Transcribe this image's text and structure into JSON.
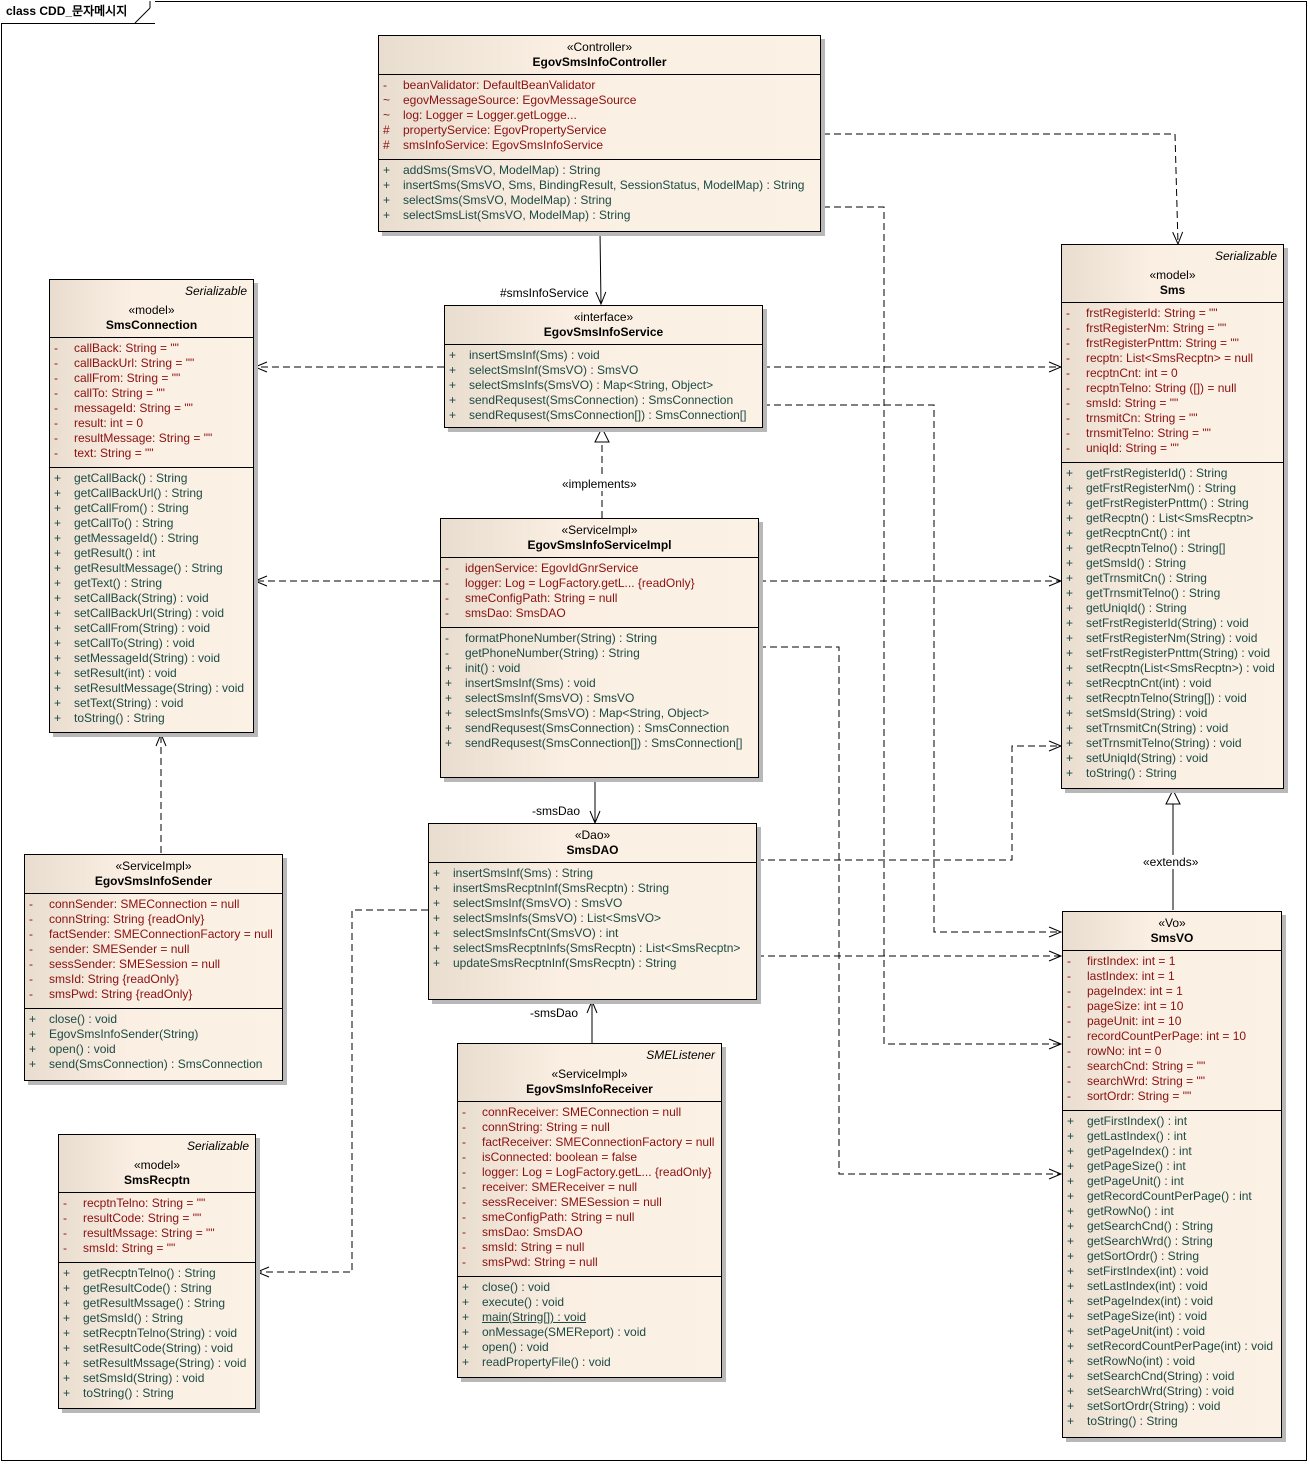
{
  "diagram": {
    "title": "class CDD_문자메시지"
  },
  "classes": {
    "controller": {
      "stereotype": "«Controller»",
      "name": "EgovSmsInfoController",
      "attributes": [
        {
          "vis": "-",
          "text": "beanValidator:  DefaultBeanValidator"
        },
        {
          "vis": "~",
          "text": "egovMessageSource:  EgovMessageSource"
        },
        {
          "vis": "~",
          "text": "log:  Logger = Logger.getLogge..."
        },
        {
          "vis": "#",
          "text": "propertyService:  EgovPropertyService"
        },
        {
          "vis": "#",
          "text": "smsInfoService:  EgovSmsInfoService"
        }
      ],
      "operations": [
        {
          "vis": "+",
          "text": "addSms(SmsVO, ModelMap) : String"
        },
        {
          "vis": "+",
          "text": "insertSms(SmsVO, Sms, BindingResult, SessionStatus, ModelMap) : String"
        },
        {
          "vis": "+",
          "text": "selectSms(SmsVO, ModelMap) : String"
        },
        {
          "vis": "+",
          "text": "selectSmsList(SmsVO, ModelMap) : String"
        }
      ]
    },
    "service": {
      "stereotype": "«interface»",
      "name": "EgovSmsInfoService",
      "operations": [
        {
          "vis": "+",
          "text": "insertSmsInf(Sms) : void"
        },
        {
          "vis": "+",
          "text": "selectSmsInf(SmsVO) : SmsVO"
        },
        {
          "vis": "+",
          "text": "selectSmsInfs(SmsVO) : Map<String, Object>"
        },
        {
          "vis": "+",
          "text": "sendRequsest(SmsConnection) : SmsConnection"
        },
        {
          "vis": "+",
          "text": "sendRequsest(SmsConnection[]) : SmsConnection[]"
        }
      ]
    },
    "smsConnection": {
      "interface": "Serializable",
      "stereotype": "«model»",
      "name": "SmsConnection",
      "attributes": [
        {
          "vis": "-",
          "text": "callBack:  String = \"\""
        },
        {
          "vis": "-",
          "text": "callBackUrl:  String = \"\""
        },
        {
          "vis": "-",
          "text": "callFrom:  String = \"\""
        },
        {
          "vis": "-",
          "text": "callTo:  String = \"\""
        },
        {
          "vis": "-",
          "text": "messageId:  String = \"\""
        },
        {
          "vis": "-",
          "text": "result:  int = 0"
        },
        {
          "vis": "-",
          "text": "resultMessage:  String = \"\""
        },
        {
          "vis": "-",
          "text": "text:  String = \"\""
        }
      ],
      "operations": [
        {
          "vis": "+",
          "text": "getCallBack() : String"
        },
        {
          "vis": "+",
          "text": "getCallBackUrl() : String"
        },
        {
          "vis": "+",
          "text": "getCallFrom() : String"
        },
        {
          "vis": "+",
          "text": "getCallTo() : String"
        },
        {
          "vis": "+",
          "text": "getMessageId() : String"
        },
        {
          "vis": "+",
          "text": "getResult() : int"
        },
        {
          "vis": "+",
          "text": "getResultMessage() : String"
        },
        {
          "vis": "+",
          "text": "getText() : String"
        },
        {
          "vis": "+",
          "text": "setCallBack(String) : void"
        },
        {
          "vis": "+",
          "text": "setCallBackUrl(String) : void"
        },
        {
          "vis": "+",
          "text": "setCallFrom(String) : void"
        },
        {
          "vis": "+",
          "text": "setCallTo(String) : void"
        },
        {
          "vis": "+",
          "text": "setMessageId(String) : void"
        },
        {
          "vis": "+",
          "text": "setResult(int) : void"
        },
        {
          "vis": "+",
          "text": "setResultMessage(String) : void"
        },
        {
          "vis": "+",
          "text": "setText(String) : void"
        },
        {
          "vis": "+",
          "text": "toString() : String"
        }
      ]
    },
    "serviceImpl": {
      "stereotype": "«ServiceImpl»",
      "name": "EgovSmsInfoServiceImpl",
      "attributes": [
        {
          "vis": "-",
          "text": "idgenService:  EgovIdGnrService"
        },
        {
          "vis": "-",
          "text": "logger:  Log = LogFactory.getL... {readOnly}"
        },
        {
          "vis": "-",
          "text": "smeConfigPath:  String = null"
        },
        {
          "vis": "-",
          "text": "smsDao:  SmsDAO"
        }
      ],
      "operations": [
        {
          "vis": "-",
          "text": "formatPhoneNumber(String) : String"
        },
        {
          "vis": "-",
          "text": "getPhoneNumber(String) : String"
        },
        {
          "vis": "+",
          "text": "init() : void"
        },
        {
          "vis": "+",
          "text": "insertSmsInf(Sms) : void"
        },
        {
          "vis": "+",
          "text": "selectSmsInf(SmsVO) : SmsVO"
        },
        {
          "vis": "+",
          "text": "selectSmsInfs(SmsVO) : Map<String, Object>"
        },
        {
          "vis": "+",
          "text": "sendRequsest(SmsConnection) : SmsConnection"
        },
        {
          "vis": "+",
          "text": "sendRequsest(SmsConnection[]) : SmsConnection[]"
        }
      ]
    },
    "sms": {
      "interface": "Serializable",
      "stereotype": "«model»",
      "name": "Sms",
      "attributes": [
        {
          "vis": "-",
          "text": "frstRegisterId:  String = \"\""
        },
        {
          "vis": "-",
          "text": "frstRegisterNm:  String = \"\""
        },
        {
          "vis": "-",
          "text": "frstRegisterPnttm:  String = \"\""
        },
        {
          "vis": "-",
          "text": "recptn:  List<SmsRecptn> = null"
        },
        {
          "vis": "-",
          "text": "recptnCnt:  int = 0"
        },
        {
          "vis": "-",
          "text": "recptnTelno:  String ([]) = null"
        },
        {
          "vis": "-",
          "text": "smsId:  String = \"\""
        },
        {
          "vis": "-",
          "text": "trnsmitCn:  String = \"\""
        },
        {
          "vis": "-",
          "text": "trnsmitTelno:  String = \"\""
        },
        {
          "vis": "-",
          "text": "uniqId:  String = \"\""
        }
      ],
      "operations": [
        {
          "vis": "+",
          "text": "getFrstRegisterId() : String"
        },
        {
          "vis": "+",
          "text": "getFrstRegisterNm() : String"
        },
        {
          "vis": "+",
          "text": "getFrstRegisterPnttm() : String"
        },
        {
          "vis": "+",
          "text": "getRecptn() : List<SmsRecptn>"
        },
        {
          "vis": "+",
          "text": "getRecptnCnt() : int"
        },
        {
          "vis": "+",
          "text": "getRecptnTelno() : String[]"
        },
        {
          "vis": "+",
          "text": "getSmsId() : String"
        },
        {
          "vis": "+",
          "text": "getTrnsmitCn() : String"
        },
        {
          "vis": "+",
          "text": "getTrnsmitTelno() : String"
        },
        {
          "vis": "+",
          "text": "getUniqId() : String"
        },
        {
          "vis": "+",
          "text": "setFrstRegisterId(String) : void"
        },
        {
          "vis": "+",
          "text": "setFrstRegisterNm(String) : void"
        },
        {
          "vis": "+",
          "text": "setFrstRegisterPnttm(String) : void"
        },
        {
          "vis": "+",
          "text": "setRecptn(List<SmsRecptn>) : void"
        },
        {
          "vis": "+",
          "text": "setRecptnCnt(int) : void"
        },
        {
          "vis": "+",
          "text": "setRecptnTelno(String[]) : void"
        },
        {
          "vis": "+",
          "text": "setSmsId(String) : void"
        },
        {
          "vis": "+",
          "text": "setTrnsmitCn(String) : void"
        },
        {
          "vis": "+",
          "text": "setTrnsmitTelno(String) : void"
        },
        {
          "vis": "+",
          "text": "setUniqId(String) : void"
        },
        {
          "vis": "+",
          "text": "toString() : String"
        }
      ]
    },
    "dao": {
      "stereotype": "«Dao»",
      "name": "SmsDAO",
      "operations": [
        {
          "vis": "+",
          "text": "insertSmsInf(Sms) : String"
        },
        {
          "vis": "+",
          "text": "insertSmsRecptnInf(SmsRecptn) : String"
        },
        {
          "vis": "+",
          "text": "selectSmsInf(SmsVO) : SmsVO"
        },
        {
          "vis": "+",
          "text": "selectSmsInfs(SmsVO) : List<SmsVO>"
        },
        {
          "vis": "+",
          "text": "selectSmsInfsCnt(SmsVO) : int"
        },
        {
          "vis": "+",
          "text": "selectSmsRecptnInfs(SmsRecptn) : List<SmsRecptn>"
        },
        {
          "vis": "+",
          "text": "updateSmsRecptnInf(SmsRecptn) : String"
        }
      ]
    },
    "sender": {
      "stereotype": "«ServiceImpl»",
      "name": "EgovSmsInfoSender",
      "attributes": [
        {
          "vis": "-",
          "text": "connSender:  SMEConnection = null"
        },
        {
          "vis": "-",
          "text": "connString:  String {readOnly}"
        },
        {
          "vis": "-",
          "text": "factSender:  SMEConnectionFactory = null"
        },
        {
          "vis": "-",
          "text": "sender:  SMESender = null"
        },
        {
          "vis": "-",
          "text": "sessSender:  SMESession = null"
        },
        {
          "vis": "-",
          "text": "smsId:  String {readOnly}"
        },
        {
          "vis": "-",
          "text": "smsPwd:  String {readOnly}"
        }
      ],
      "operations": [
        {
          "vis": "+",
          "text": "close() : void"
        },
        {
          "vis": "+",
          "text": "EgovSmsInfoSender(String)"
        },
        {
          "vis": "+",
          "text": "open() : void"
        },
        {
          "vis": "+",
          "text": "send(SmsConnection) : SmsConnection"
        }
      ]
    },
    "smsVO": {
      "stereotype": "«Vo»",
      "name": "SmsVO",
      "attributes": [
        {
          "vis": "-",
          "text": "firstIndex:  int = 1"
        },
        {
          "vis": "-",
          "text": "lastIndex:  int = 1"
        },
        {
          "vis": "-",
          "text": "pageIndex:  int = 1"
        },
        {
          "vis": "-",
          "text": "pageSize:  int = 10"
        },
        {
          "vis": "-",
          "text": "pageUnit:  int = 10"
        },
        {
          "vis": "-",
          "text": "recordCountPerPage:  int = 10"
        },
        {
          "vis": "-",
          "text": "rowNo:  int = 0"
        },
        {
          "vis": "-",
          "text": "searchCnd:  String = \"\""
        },
        {
          "vis": "-",
          "text": "searchWrd:  String = \"\""
        },
        {
          "vis": "-",
          "text": "sortOrdr:  String = \"\""
        }
      ],
      "operations": [
        {
          "vis": "+",
          "text": "getFirstIndex() : int"
        },
        {
          "vis": "+",
          "text": "getLastIndex() : int"
        },
        {
          "vis": "+",
          "text": "getPageIndex() : int"
        },
        {
          "vis": "+",
          "text": "getPageSize() : int"
        },
        {
          "vis": "+",
          "text": "getPageUnit() : int"
        },
        {
          "vis": "+",
          "text": "getRecordCountPerPage() : int"
        },
        {
          "vis": "+",
          "text": "getRowNo() : int"
        },
        {
          "vis": "+",
          "text": "getSearchCnd() : String"
        },
        {
          "vis": "+",
          "text": "getSearchWrd() : String"
        },
        {
          "vis": "+",
          "text": "getSortOrdr() : String"
        },
        {
          "vis": "+",
          "text": "setFirstIndex(int) : void"
        },
        {
          "vis": "+",
          "text": "setLastIndex(int) : void"
        },
        {
          "vis": "+",
          "text": "setPageIndex(int) : void"
        },
        {
          "vis": "+",
          "text": "setPageSize(int) : void"
        },
        {
          "vis": "+",
          "text": "setPageUnit(int) : void"
        },
        {
          "vis": "+",
          "text": "setRecordCountPerPage(int) : void"
        },
        {
          "vis": "+",
          "text": "setRowNo(int) : void"
        },
        {
          "vis": "+",
          "text": "setSearchCnd(String) : void"
        },
        {
          "vis": "+",
          "text": "setSearchWrd(String) : void"
        },
        {
          "vis": "+",
          "text": "setSortOrdr(String) : void"
        },
        {
          "vis": "+",
          "text": "toString() : String"
        }
      ]
    },
    "receiver": {
      "interface": "SMEListener",
      "stereotype": "«ServiceImpl»",
      "name": "EgovSmsInfoReceiver",
      "attributes": [
        {
          "vis": "-",
          "text": "connReceiver:  SMEConnection = null"
        },
        {
          "vis": "-",
          "text": "connString:  String = null"
        },
        {
          "vis": "-",
          "text": "factReceiver:  SMEConnectionFactory = null"
        },
        {
          "vis": "-",
          "text": "isConnected:  boolean = false"
        },
        {
          "vis": "-",
          "text": "logger:  Log = LogFactory.getL... {readOnly}"
        },
        {
          "vis": "-",
          "text": "receiver:  SMEReceiver = null"
        },
        {
          "vis": "-",
          "text": "sessReceiver:  SMESession = null"
        },
        {
          "vis": "-",
          "text": "smeConfigPath:  String = null"
        },
        {
          "vis": "-",
          "text": "smsDao:  SmsDAO"
        },
        {
          "vis": "-",
          "text": "smsId:  String = null"
        },
        {
          "vis": "-",
          "text": "smsPwd:  String = null"
        }
      ],
      "operations": [
        {
          "vis": "+",
          "text": "close() : void"
        },
        {
          "vis": "+",
          "text": "execute() : void"
        },
        {
          "vis": "+",
          "text": "main(String[]) : void",
          "static": true
        },
        {
          "vis": "+",
          "text": "onMessage(SMEReport) : void"
        },
        {
          "vis": "+",
          "text": "open() : void"
        },
        {
          "vis": "+",
          "text": "readPropertyFile() : void"
        }
      ]
    },
    "smsRecptn": {
      "interface": "Serializable",
      "stereotype": "«model»",
      "name": "SmsRecptn",
      "attributes": [
        {
          "vis": "-",
          "text": "recptnTelno:  String = \"\""
        },
        {
          "vis": "-",
          "text": "resultCode:  String = \"\""
        },
        {
          "vis": "-",
          "text": "resultMssage:  String = \"\""
        },
        {
          "vis": "-",
          "text": "smsId:  String = \"\""
        }
      ],
      "operations": [
        {
          "vis": "+",
          "text": "getRecptnTelno() : String"
        },
        {
          "vis": "+",
          "text": "getResultCode() : String"
        },
        {
          "vis": "+",
          "text": "getResultMssage() : String"
        },
        {
          "vis": "+",
          "text": "getSmsId() : String"
        },
        {
          "vis": "+",
          "text": "setRecptnTelno(String) : void"
        },
        {
          "vis": "+",
          "text": "setResultCode(String) : void"
        },
        {
          "vis": "+",
          "text": "setResultMssage(String) : void"
        },
        {
          "vis": "+",
          "text": "setSmsId(String) : void"
        },
        {
          "vis": "+",
          "text": "toString() : String"
        }
      ]
    }
  },
  "connector_labels": {
    "sms_info_service_role": "#smsInfoService",
    "implements": "«implements»",
    "sms_dao_role_top": "-smsDao",
    "sms_dao_role_bottom": "-smsDao",
    "extends": "«extends»"
  }
}
